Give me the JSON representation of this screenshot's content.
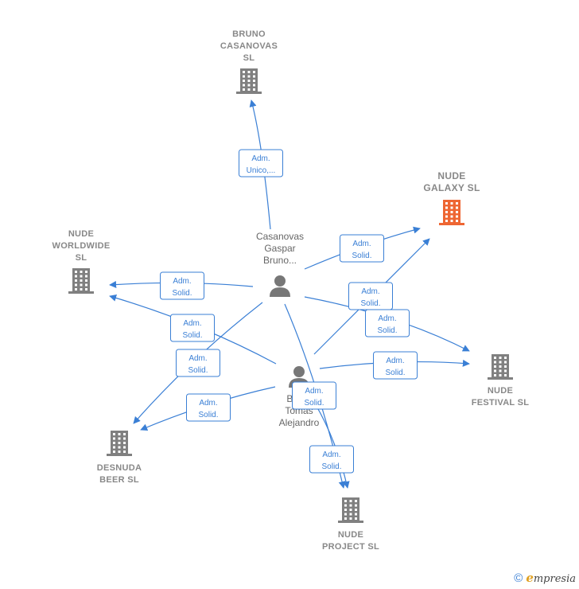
{
  "colors": {
    "edge": "#3a7fd5",
    "company": "#808080",
    "company_highlight": "#ee6633",
    "person": "#777777"
  },
  "nodes": {
    "bruno": {
      "lines": [
        "BRUNO",
        "CASANOVAS",
        "SL"
      ],
      "icon": "building-icon"
    },
    "galaxy": {
      "lines": [
        "NUDE",
        "GALAXY SL"
      ],
      "icon": "building-icon",
      "highlight": true
    },
    "worldwide": {
      "lines": [
        "NUDE",
        "WORLDWIDE",
        "SL"
      ],
      "icon": "building-icon"
    },
    "festival": {
      "lines": [
        "NUDE",
        "FESTIVAL SL"
      ],
      "icon": "building-icon"
    },
    "desnuda": {
      "lines": [
        "DESNUDA",
        "BEER SL"
      ],
      "icon": "building-icon"
    },
    "project": {
      "lines": [
        "NUDE",
        "PROJECT SL"
      ],
      "icon": "building-icon"
    },
    "casanovas": {
      "lines": [
        "Casanovas",
        "Gaspar",
        "Bruno..."
      ],
      "icon": "person-icon"
    },
    "benlloch": {
      "lines": [
        "Ben...",
        "Tomas",
        "Alejandro"
      ],
      "icon": "person-icon"
    }
  },
  "edges": [
    {
      "from": "casanovas",
      "to": "bruno",
      "label": [
        "Adm.",
        "Unico,..."
      ]
    },
    {
      "from": "casanovas",
      "to": "galaxy",
      "label": [
        "Adm.",
        "Solid."
      ]
    },
    {
      "from": "casanovas",
      "to": "worldwide",
      "label": [
        "Adm.",
        "Solid."
      ]
    },
    {
      "from": "casanovas",
      "to": "festival",
      "label": [
        "Adm.",
        "Solid."
      ]
    },
    {
      "from": "casanovas",
      "to": "desnuda",
      "label": [
        "Adm.",
        "Solid."
      ]
    },
    {
      "from": "casanovas",
      "to": "project",
      "label": [
        "Adm.",
        "Solid."
      ]
    },
    {
      "from": "benlloch",
      "to": "worldwide",
      "label": [
        "Adm.",
        "Solid."
      ]
    },
    {
      "from": "benlloch",
      "to": "galaxy",
      "label": [
        "Adm.",
        "Solid."
      ]
    },
    {
      "from": "benlloch",
      "to": "festival",
      "label": [
        "Adm.",
        "Solid."
      ]
    },
    {
      "from": "benlloch",
      "to": "desnuda",
      "label": [
        "Adm.",
        "Solid."
      ]
    },
    {
      "from": "benlloch",
      "to": "project",
      "label": [
        "Adm.",
        "Solid."
      ]
    }
  ],
  "footer": {
    "copyright": "©",
    "brand_initial": "e",
    "brand_rest": "mpresia"
  }
}
